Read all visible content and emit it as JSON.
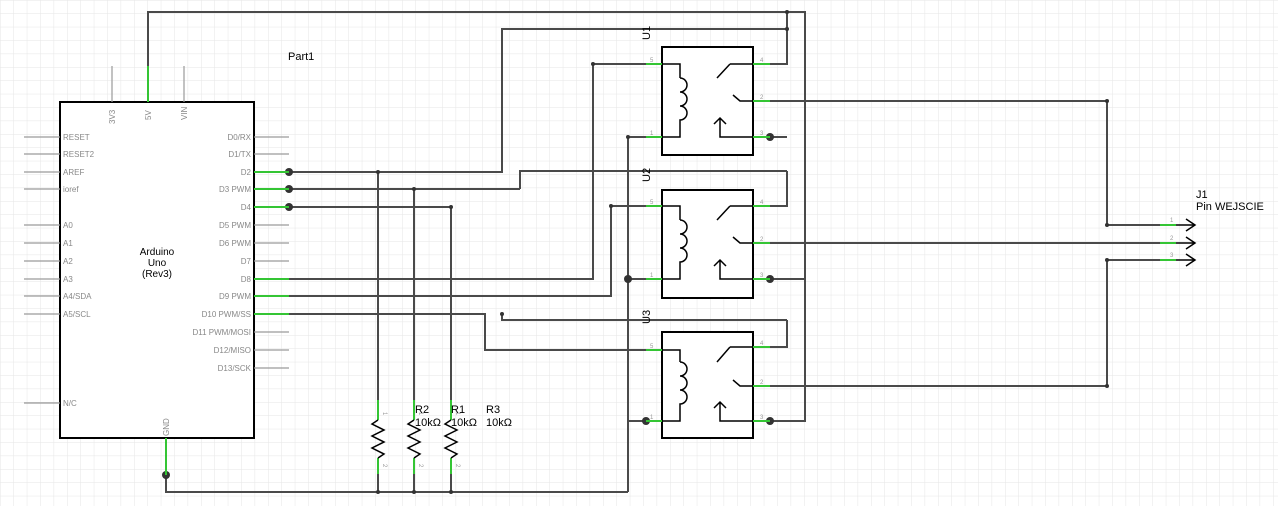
{
  "part_label": "Part1",
  "arduino": {
    "title_line1": "Arduino",
    "title_line2": "Uno",
    "title_line3": "(Rev3)",
    "top_pins": [
      "3V3",
      "5V",
      "VIN"
    ],
    "left_pins": [
      "RESET",
      "RESET2",
      "AREF",
      "ioref",
      "A0",
      "A1",
      "A2",
      "A3",
      "A4/SDA",
      "A5/SCL",
      "N/C"
    ],
    "right_pins": [
      "D0/RX",
      "D1/TX",
      "D2",
      "D3 PWM",
      "D4",
      "D5 PWM",
      "D6 PWM",
      "D7",
      "D8",
      "D9 PWM",
      "D10 PWM/SS",
      "D11 PWM/MOSI",
      "D12/MISO",
      "D13/SCK"
    ],
    "bottom_pin": "GND"
  },
  "relays": [
    {
      "ref": "U1",
      "pins": [
        "5",
        "1",
        "4",
        "2",
        "3"
      ]
    },
    {
      "ref": "U2",
      "pins": [
        "5",
        "1",
        "4",
        "2",
        "3"
      ]
    },
    {
      "ref": "U3",
      "pins": [
        "5",
        "1",
        "4",
        "2",
        "3"
      ]
    }
  ],
  "resistors": [
    {
      "ref": "R2",
      "value": "10kΩ"
    },
    {
      "ref": "R1",
      "value": "10kΩ"
    },
    {
      "ref": "R3",
      "value": "10kΩ"
    }
  ],
  "resistor_pin_numbers": [
    "1",
    "2"
  ],
  "connector": {
    "ref": "J1",
    "name": "Pin WEJSCIE",
    "pins": [
      "1",
      "2",
      "3"
    ]
  },
  "colors": {
    "wire": "#4a4a4a",
    "connected_pin": "#34c534",
    "unconnected_pin": "#9a9a9a",
    "grid": "#e6e6e6"
  }
}
